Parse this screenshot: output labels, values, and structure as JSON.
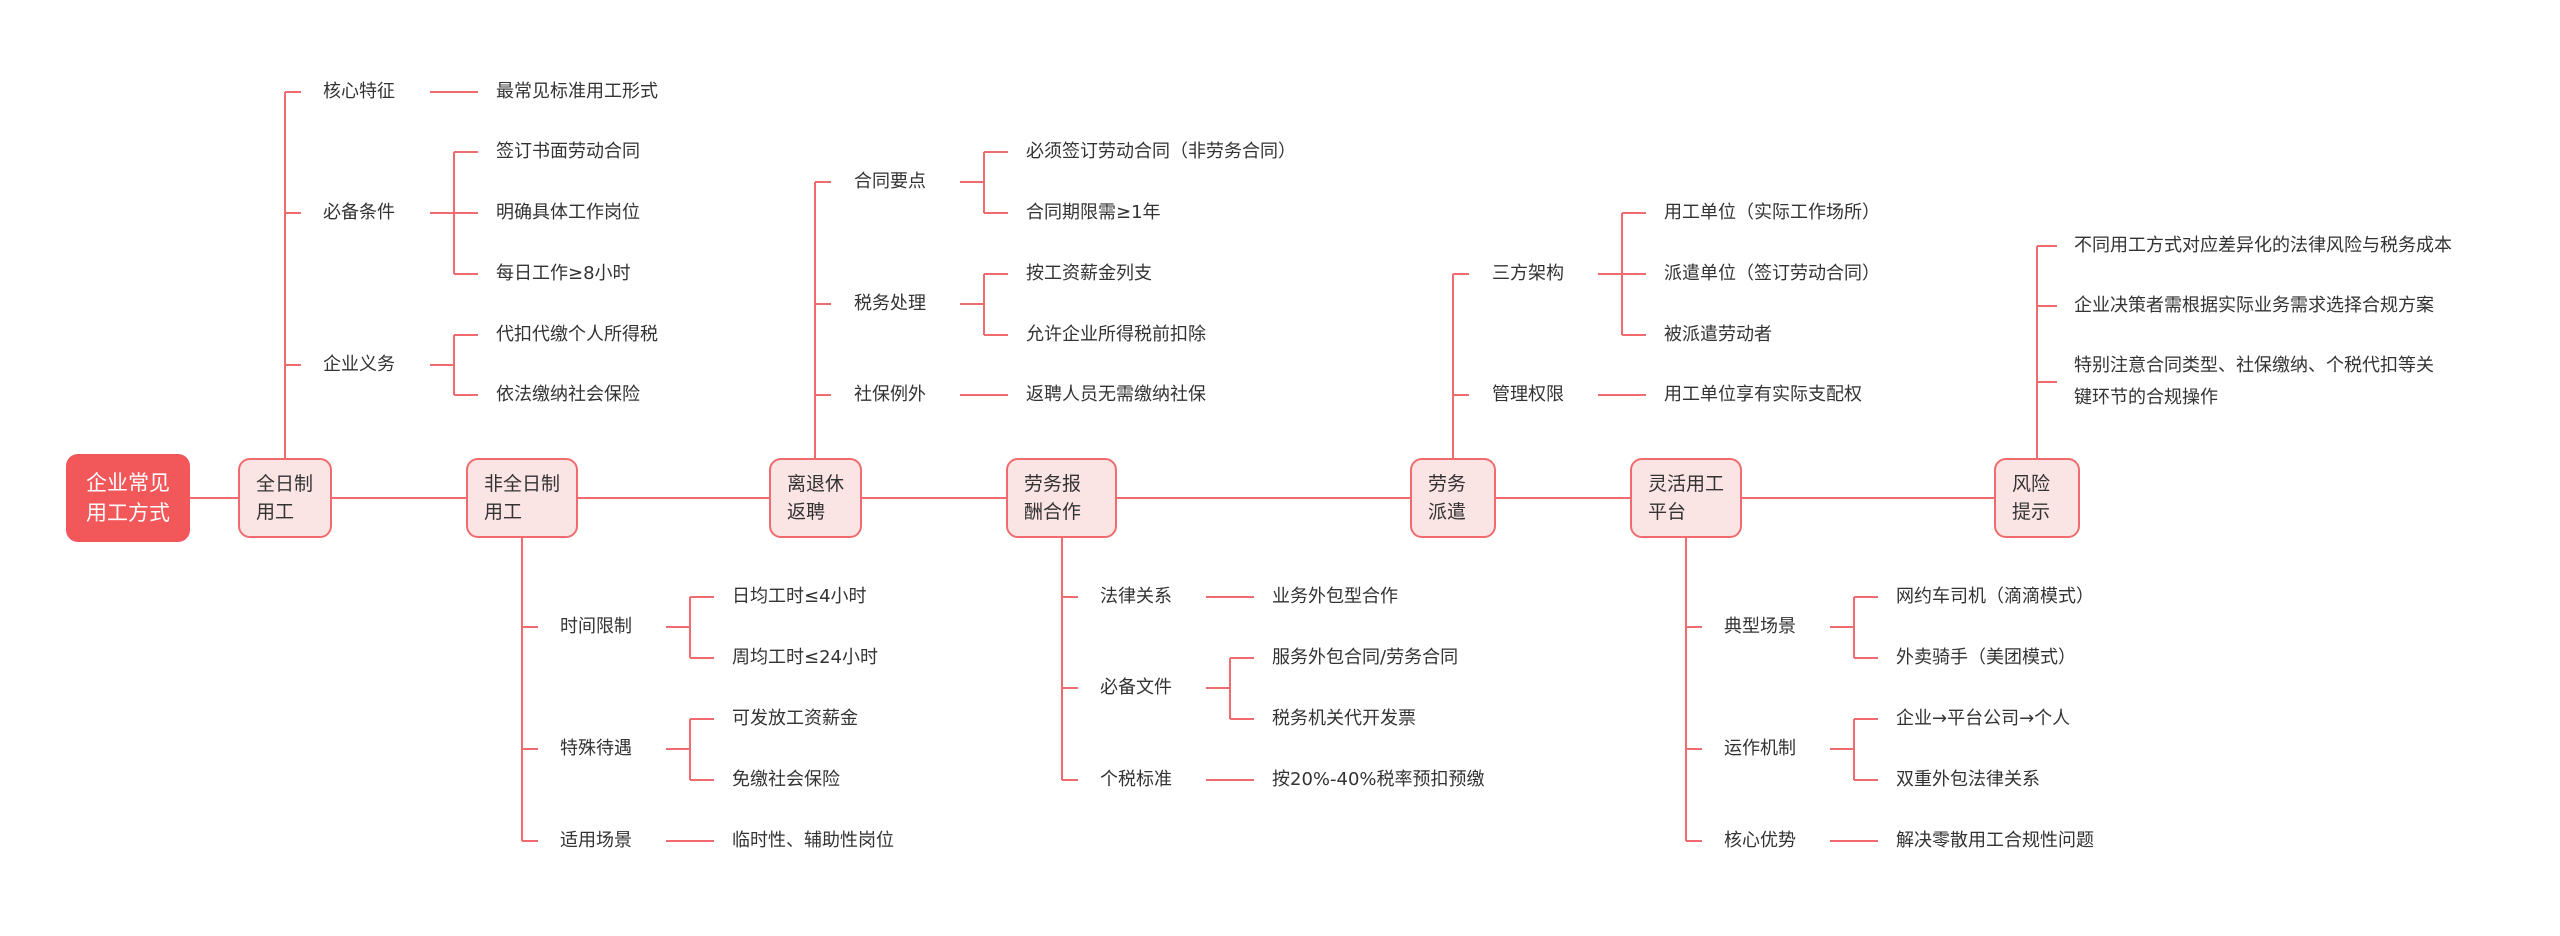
{
  "root": {
    "label": "企业常见用工方式"
  },
  "branches": [
    {
      "id": "b0",
      "label": "全日制用工"
    },
    {
      "id": "b1",
      "label": "非全日制用工"
    },
    {
      "id": "b2",
      "label": "离退休返聘"
    },
    {
      "id": "b3",
      "label": "劳务报酬合作"
    },
    {
      "id": "b4",
      "label": "劳务派遣"
    },
    {
      "id": "b5",
      "label": "灵活用工平台"
    },
    {
      "id": "b6",
      "label": "风险提示"
    }
  ],
  "sub_labels": {
    "b0_s0": "核心特征",
    "b0_s0_l0": "最常见标准用工形式",
    "b0_s1": "必备条件",
    "b0_s1_l0": "签订书面劳动合同",
    "b0_s1_l1": "明确具体工作岗位",
    "b0_s1_l2": "每日工作≥8小时",
    "b0_s2": "企业义务",
    "b0_s2_l0": "代扣代缴个人所得税",
    "b0_s2_l1": "依法缴纳社会保险",
    "b1_s0": "时间限制",
    "b1_s0_l0": "日均工时≤4小时",
    "b1_s0_l1": "周均工时≤24小时",
    "b1_s1": "特殊待遇",
    "b1_s1_l0": "可发放工资薪金",
    "b1_s1_l1": "免缴社会保险",
    "b1_s2": "适用场景",
    "b1_s2_l0": "临时性、辅助性岗位",
    "b2_s0": "合同要点",
    "b2_s0_l0": "必须签订劳动合同（非劳务合同）",
    "b2_s0_l1": "合同期限需≥1年",
    "b2_s1": "税务处理",
    "b2_s1_l0": "按工资薪金列支",
    "b2_s1_l1": "允许企业所得税前扣除",
    "b2_s2": "社保例外",
    "b2_s2_l0": "返聘人员无需缴纳社保",
    "b3_s0": "法律关系",
    "b3_s0_l0": "业务外包型合作",
    "b3_s1": "必备文件",
    "b3_s1_l0": "服务外包合同/劳务合同",
    "b3_s1_l1": "税务机关代开发票",
    "b3_s2": "个税标准",
    "b3_s2_l0": "按20%-40%税率预扣预缴",
    "b4_s0": "三方架构",
    "b4_s0_l0": "用工单位（实际工作场所）",
    "b4_s0_l1": "派遣单位（签订劳动合同）",
    "b4_s0_l2": "被派遣劳动者",
    "b4_s1": "管理权限",
    "b4_s1_l0": "用工单位享有实际支配权",
    "b5_s0": "典型场景",
    "b5_s0_l0": "网约车司机（滴滴模式）",
    "b5_s0_l1": "外卖骑手（美团模式）",
    "b5_s1": "运作机制",
    "b5_s1_l0": "企业→平台公司→个人",
    "b5_s1_l1": "双重外包法律关系",
    "b5_s2": "核心优势",
    "b5_s2_l0": "解决零散用工合规性问题",
    "b6_l0": "不同用工方式对应差异化的法律风险与税务成本",
    "b6_l1": "企业决策者需根据实际业务需求选择合规方案",
    "b6_l2": "特别注意合同类型、社保缴纳、个税代扣等关键环节的合规操作"
  },
  "colors": {
    "accent": "#f2575a",
    "line": "#ef6b6d",
    "branch_fill": "#fbe4e4",
    "text": "#333333"
  }
}
